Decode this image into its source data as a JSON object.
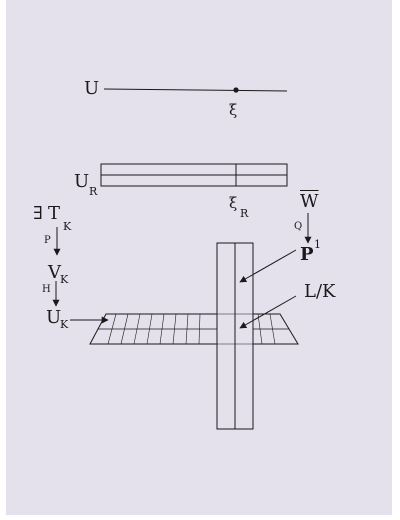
{
  "paper_color": "#e4e0ec",
  "ink_color": "#1a1a1a",
  "labels": {
    "U": "U",
    "xi": "ξ",
    "U_R_main": "U",
    "U_R_sub": "R",
    "xi_R_main": "ξ",
    "xi_R_sub": "R",
    "exists": "∃",
    "T_main": "T",
    "T_sub": "K",
    "P_arrow": "P",
    "V_main": "V",
    "V_sub": "K",
    "H_arrow": "H",
    "U_K_main": "U",
    "U_K_sub": "K",
    "W_bar": "W",
    "Q_arrow": "Q",
    "P1_main": "P",
    "P1_sup": "1",
    "L_over_K": "L/K"
  }
}
